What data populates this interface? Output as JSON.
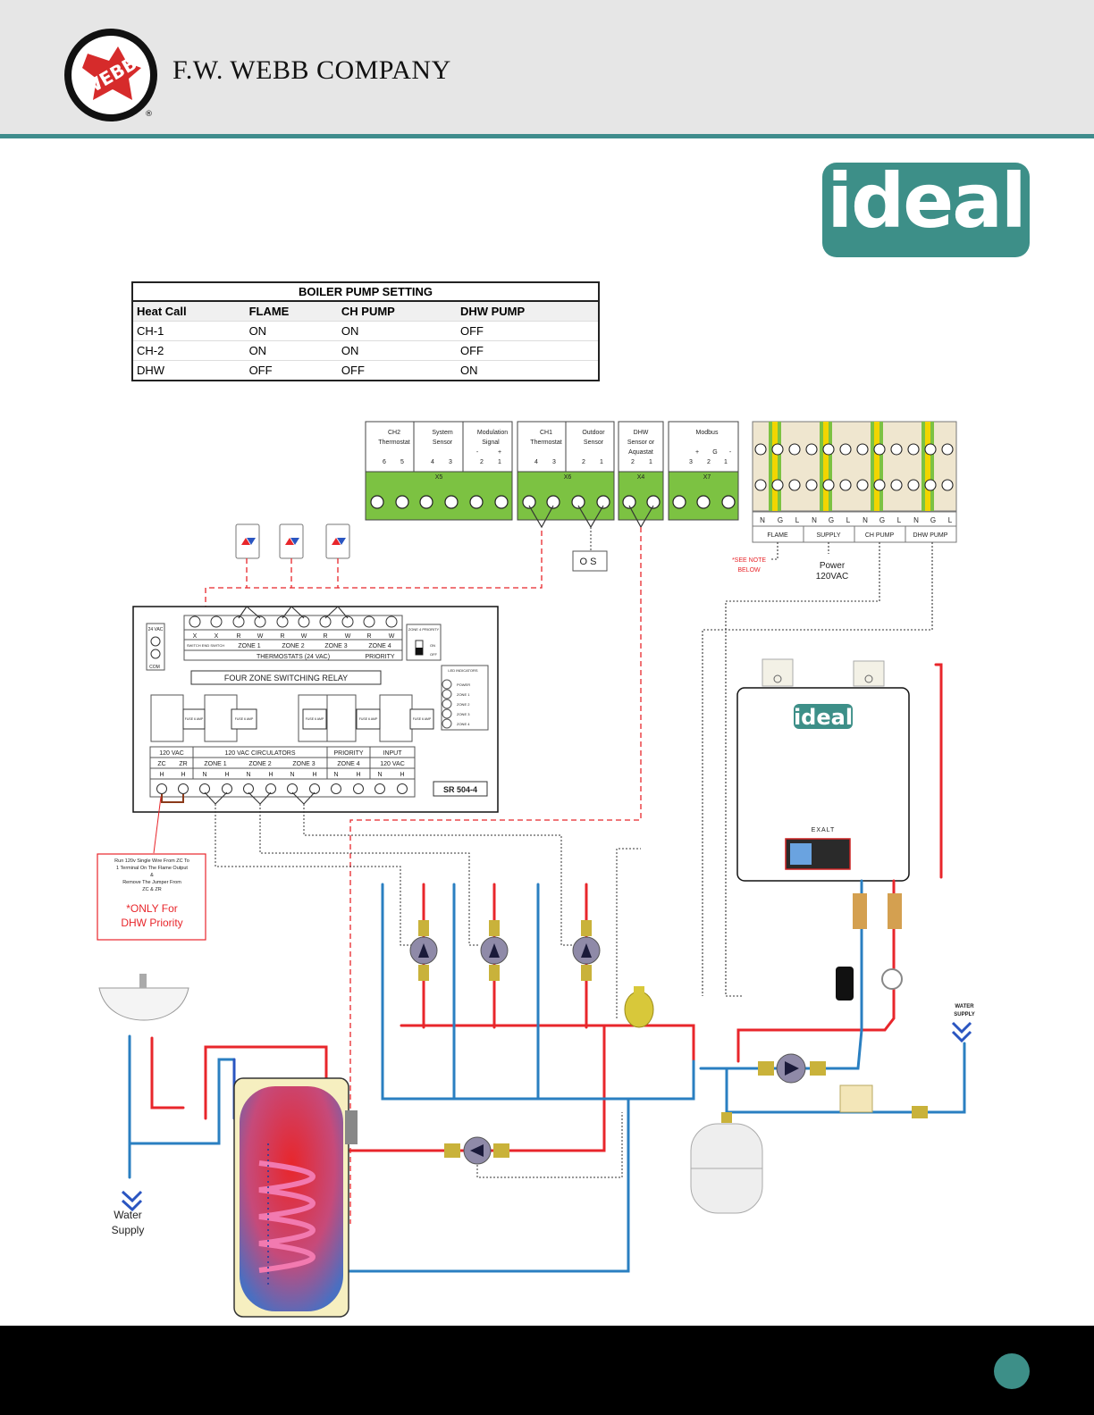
{
  "header": {
    "company": "F.W. WEBB COMPANY",
    "logo_text": "WEBB",
    "registered": "®"
  },
  "brand": {
    "logo_text": "ideal",
    "boiler_logo": "ideal",
    "boiler_model": "EXALT"
  },
  "colors": {
    "teal": "#3d8f88",
    "supply_red": "#e8262b",
    "return_blue": "#2a7fc1",
    "terminal_green": "#7cc242",
    "wire_dash_red": "#e8262b"
  },
  "pump_table": {
    "title": "BOILER PUMP SETTING",
    "headers": [
      "Heat Call",
      "FLAME",
      "CH PUMP",
      "DHW PUMP"
    ],
    "rows": [
      [
        "CH-1",
        "ON",
        "ON",
        "OFF"
      ],
      [
        "CH-2",
        "ON",
        "ON",
        "OFF"
      ],
      [
        "DHW",
        "OFF",
        "OFF",
        "ON"
      ]
    ]
  },
  "terminal_blocks": {
    "x5": {
      "id": "X5",
      "groups": [
        {
          "name1": "CH2",
          "name2": "Thermostat",
          "pins": [
            "6",
            "5"
          ]
        },
        {
          "name1": "System",
          "name2": "Sensor",
          "pins": [
            "4",
            "3"
          ]
        },
        {
          "name1": "Modulation",
          "name2": "Signal",
          "polarity": [
            "-",
            "+"
          ],
          "pins": [
            "2",
            "1"
          ]
        }
      ]
    },
    "x6": {
      "id": "X6",
      "groups": [
        {
          "name1": "CH1",
          "name2": "Thermostat",
          "pins": [
            "4",
            "3"
          ]
        },
        {
          "name1": "Outdoor",
          "name2": "Sensor",
          "pins": [
            "2",
            "1"
          ]
        }
      ]
    },
    "x4": {
      "id": "X4",
      "name1": "DHW",
      "name2": "Sensor or",
      "name3": "Aquastat",
      "pins": [
        "2",
        "1"
      ]
    },
    "x7": {
      "id": "X7",
      "name1": "Modbus",
      "polarity": [
        "+",
        "G",
        "-"
      ],
      "pins": [
        "3",
        "2",
        "1"
      ]
    }
  },
  "power_block": {
    "terminals": [
      "N",
      "G",
      "L",
      "N",
      "G",
      "L",
      "N",
      "G",
      "L",
      "N",
      "G",
      "L"
    ],
    "groups": [
      "FLAME",
      "SUPPLY",
      "CH PUMP",
      "DHW PUMP"
    ]
  },
  "notes": {
    "see_note": "*SEE NOTE",
    "below": "BELOW",
    "power": "Power",
    "voltage": "120VAC",
    "outdoor_sensor": "O S"
  },
  "relay": {
    "title": "FOUR ZONE SWITCHING RELAY",
    "model": "SR 504-4",
    "tstat_terms": [
      "X",
      "X",
      "R",
      "W",
      "R",
      "W",
      "R",
      "W",
      "R",
      "W"
    ],
    "zones": [
      "ZONE 1",
      "ZONE 2",
      "ZONE 3",
      "ZONE 4"
    ],
    "thermostats": "THERMOSTATS (24 VAC)",
    "priority": "PRIORITY",
    "zone4_priority": "ZONE 4 PRIORITY",
    "on": "ON",
    "off": "OFF",
    "vac24": "24 VAC",
    "com": "COM",
    "switch_label": "SWITCH END SWITCH",
    "led_indicators": "LED INDICATORS",
    "leds": [
      "POWER",
      "ZONE 1",
      "ZONE 2",
      "ZONE 3",
      "ZONE 4"
    ],
    "fuse": "FUSE 6 AMP",
    "bottom_headers": [
      "120 VAC",
      "120 VAC CIRCULATORS",
      "PRIORITY",
      "INPUT"
    ],
    "bottom_sub": [
      "ZC",
      "ZR",
      "ZONE 1",
      "ZONE 2",
      "ZONE 3",
      "ZONE 4",
      "120 VAC"
    ],
    "bottom_terms": [
      "H",
      "H",
      "N",
      "H",
      "N",
      "H",
      "N",
      "H",
      "N",
      "H",
      "N",
      "H"
    ]
  },
  "note_box": {
    "text": "Run 120v Single Wire From ZC To 1 Terminal On The Flame Output & Remove The Jumper From ZC & ZR",
    "line1": "Run 120v Single Wire From ZC To",
    "line2": "1 Terminal On The Flame Output",
    "line3": "&",
    "line4": "Remove The Jumper From",
    "line5": "ZC & ZR",
    "emphasis1": "*ONLY For",
    "emphasis2": "DHW Priority"
  },
  "labels": {
    "water_supply_left1": "Water",
    "water_supply_left2": "Supply",
    "water_supply_right1": "WATER",
    "water_supply_right2": "SUPPLY"
  }
}
